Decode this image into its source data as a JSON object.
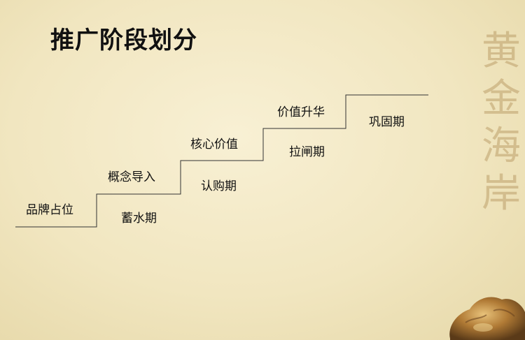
{
  "title": "推广阶段划分",
  "steps": {
    "step1": {
      "top": "品牌占位",
      "bottom": ""
    },
    "step2": {
      "top": "概念导入",
      "bottom": "蓄水期"
    },
    "step3": {
      "top": "核心价值",
      "bottom": "认购期"
    },
    "step4": {
      "top": "价值升华",
      "bottom": "拉闸期"
    },
    "step5": {
      "top": "",
      "bottom": "巩固期"
    }
  },
  "decoration": {
    "chars": [
      "黄",
      "金",
      "海",
      "岸"
    ],
    "color": "#a0783c"
  },
  "colors": {
    "background": "#f1e6c0",
    "line": "#333333",
    "text": "#111111"
  }
}
